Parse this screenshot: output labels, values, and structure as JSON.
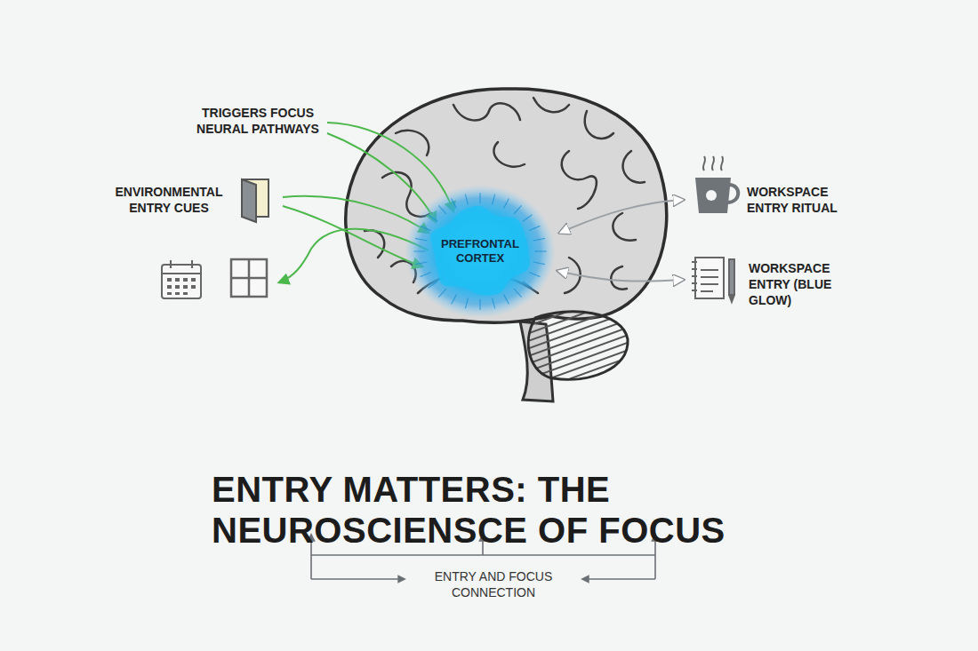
{
  "diagram": {
    "title": "ENTRY MATTERS: THE NEUROSCIENSCE OF FOCUS",
    "nodes": [
      {
        "text": [
          "PREFRONTAL CORTEX"
        ]
      }
    ],
    "labels": [
      "TRIGGERS FOCUS NEURAL PATHWAYS",
      "ENVIRONMENTAL ENTRY CUES",
      "WORKSPACE ENTRY RITUAL",
      "WORKSPACE ENTRY (BLUE GLOW)",
      "ENTRY AND FOCUS CONNECTION"
    ]
  }
}
